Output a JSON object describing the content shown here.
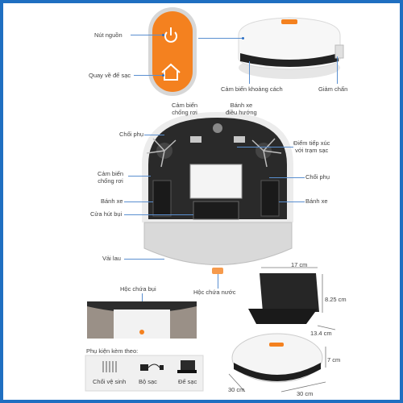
{
  "labels": {
    "power_button": "Nút nguồn",
    "return_dock": "Quay về đế sạc",
    "distance_sensor": "Cảm biến khoảng cách",
    "bumper": "Giảm chấn",
    "fall_sensor_top": "Cảm biến\nchống rơi",
    "steering_wheel": "Bánh xe\nđiều hướng",
    "side_brush_left": "Chổi phụ",
    "charge_contacts": "Điểm tiếp xúc\nvới trạm sạc",
    "fall_sensor_left": "Cảm biến\nchống rơi",
    "side_brush_right": "Chổi phụ",
    "wheel_left": "Bánh xe",
    "wheel_right": "Bánh xe",
    "suction_port": "Cửa hút bụi",
    "mop": "Vải lau",
    "dust_box": "Hộc chứa bụi",
    "water_tank": "Hộc chứa nước"
  },
  "dock_dimensions": {
    "width": "17 cm",
    "height": "8.25 cm",
    "depth": "13.4 cm"
  },
  "robot_dimensions": {
    "height": "7 cm",
    "diameter_a": "30 cm",
    "diameter_b": "30 cm"
  },
  "accessories": {
    "title": "Phụ kiện kèm theo:",
    "items": [
      "Chổi vệ sinh",
      "Bộ sạc",
      "Đế sạc"
    ]
  },
  "colors": {
    "accent_orange": "#f4811f",
    "border_blue": "#1f6fc1",
    "robot_black": "#262626"
  }
}
